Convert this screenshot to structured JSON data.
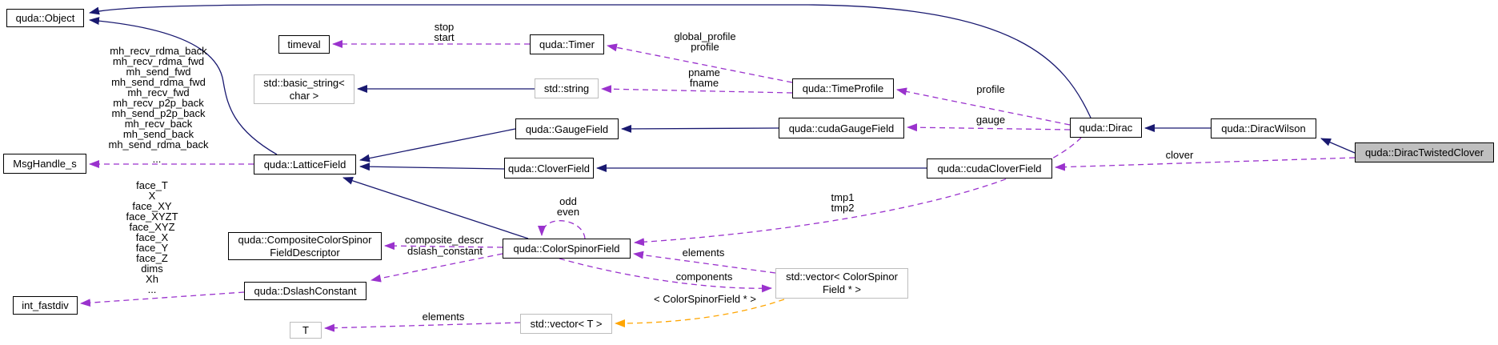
{
  "diagram": {
    "kind": "doxygen-collaboration-graph",
    "focus_class": "quda::DiracTwistedClover"
  },
  "colors": {
    "inheritance_edge": "#191970",
    "usage_edge": "#9a32cd",
    "template_edge": "#ffa500",
    "node_border": "#000000",
    "external_node_border": "#bdbdbd",
    "focus_node_fill": "#bfbfbf",
    "background": "#ffffff"
  },
  "nodes": {
    "object": {
      "label": "quda::Object"
    },
    "timeval": {
      "label": "timeval"
    },
    "timer": {
      "label": "quda::Timer"
    },
    "basic_string": {
      "label": "std::basic_string<\nchar >"
    },
    "string": {
      "label": "std::string"
    },
    "time_profile": {
      "label": "quda::TimeProfile"
    },
    "gauge_field": {
      "label": "quda::GaugeField"
    },
    "cuda_gauge_field": {
      "label": "quda::cudaGaugeField"
    },
    "dirac": {
      "label": "quda::Dirac"
    },
    "dirac_wilson": {
      "label": "quda::DiracWilson"
    },
    "dirac_twisted_clover": {
      "label": "quda::DiracTwistedClover"
    },
    "msg_handle": {
      "label": "MsgHandle_s"
    },
    "lattice_field": {
      "label": "quda::LatticeField"
    },
    "clover_field": {
      "label": "quda::CloverField"
    },
    "cuda_clover_field": {
      "label": "quda::cudaCloverField"
    },
    "color_spinor_field": {
      "label": "quda::ColorSpinorField"
    },
    "composite_descriptor": {
      "label": "quda::CompositeColorSpinor\nFieldDescriptor"
    },
    "dslash_constant": {
      "label": "quda::DslashConstant"
    },
    "int_fastdiv": {
      "label": "int_fastdiv"
    },
    "t": {
      "label": "T"
    },
    "vector_t": {
      "label": "std::vector< T >"
    },
    "vector_csf": {
      "label": "std::vector< ColorSpinor\nField * >"
    }
  },
  "edge_labels": {
    "stop_start": "stop\nstart",
    "global_profile": "global_profile\nprofile",
    "pname_fname": "pname\nfname",
    "profile": "profile",
    "gauge": "gauge",
    "clover": "clover",
    "tmp": "tmp1\ntmp2",
    "odd_even": "odd\neven",
    "mh_list": "mh_recv_rdma_back\nmh_recv_rdma_fwd\nmh_send_fwd\nmh_send_rdma_fwd\nmh_recv_fwd\nmh_recv_p2p_back\nmh_send_p2p_back\nmh_recv_back\nmh_send_back\nmh_send_rdma_back",
    "mh_ellipsis": "...",
    "face_list": "face_T\nX\nface_XY\nface_XYZT\nface_XYZ\nface_X\nface_Y\nface_Z\ndims\nXh\n...",
    "composite_descr": "composite_descr",
    "dslash_constant": "dslash_constant",
    "elements_csf": "elements",
    "components": "components",
    "template_args": "< ColorSpinorField * >",
    "elements_t": "elements"
  },
  "edges": [
    {
      "from": "dirac",
      "to": "object",
      "type": "inheritance"
    },
    {
      "from": "lattice_field",
      "to": "object",
      "type": "inheritance"
    },
    {
      "from": "gauge_field",
      "to": "lattice_field",
      "type": "inheritance"
    },
    {
      "from": "clover_field",
      "to": "lattice_field",
      "type": "inheritance"
    },
    {
      "from": "color_spinor_field",
      "to": "lattice_field",
      "type": "inheritance"
    },
    {
      "from": "cuda_gauge_field",
      "to": "gauge_field",
      "type": "inheritance"
    },
    {
      "from": "cuda_clover_field",
      "to": "clover_field",
      "type": "inheritance"
    },
    {
      "from": "dirac_wilson",
      "to": "dirac",
      "type": "inheritance"
    },
    {
      "from": "dirac_twisted_clover",
      "to": "dirac_wilson",
      "type": "inheritance"
    },
    {
      "from": "string",
      "to": "basic_string",
      "type": "inheritance"
    },
    {
      "from": "timer",
      "to": "timeval",
      "type": "usage",
      "label_key": "stop_start"
    },
    {
      "from": "time_profile",
      "to": "timer",
      "type": "usage",
      "label_key": "global_profile"
    },
    {
      "from": "time_profile",
      "to": "string",
      "type": "usage",
      "label_key": "pname_fname"
    },
    {
      "from": "dirac",
      "to": "time_profile",
      "type": "usage",
      "label_key": "profile"
    },
    {
      "from": "dirac",
      "to": "cuda_gauge_field",
      "type": "usage",
      "label_key": "gauge"
    },
    {
      "from": "dirac_twisted_clover",
      "to": "cuda_clover_field",
      "type": "usage",
      "label_key": "clover"
    },
    {
      "from": "dirac",
      "to": "color_spinor_field",
      "type": "usage",
      "label_key": "tmp"
    },
    {
      "from": "lattice_field",
      "to": "msg_handle",
      "type": "usage",
      "label_key": "mh_list"
    },
    {
      "from": "dslash_constant",
      "to": "int_fastdiv",
      "type": "usage",
      "label_key": "face_list"
    },
    {
      "from": "color_spinor_field",
      "to": "composite_descriptor",
      "type": "usage",
      "label_key": "composite_descr"
    },
    {
      "from": "color_spinor_field",
      "to": "dslash_constant",
      "type": "usage",
      "label_key": "dslash_constant"
    },
    {
      "from": "color_spinor_field",
      "to": "color_spinor_field",
      "type": "usage",
      "label_key": "odd_even"
    },
    {
      "from": "vector_csf",
      "to": "color_spinor_field",
      "type": "usage",
      "label_key": "elements_csf"
    },
    {
      "from": "color_spinor_field",
      "to": "vector_csf",
      "type": "usage",
      "label_key": "components"
    },
    {
      "from": "vector_t",
      "to": "t",
      "type": "usage",
      "label_key": "elements_t"
    },
    {
      "from": "vector_csf",
      "to": "vector_t",
      "type": "template",
      "label_key": "template_args"
    }
  ]
}
